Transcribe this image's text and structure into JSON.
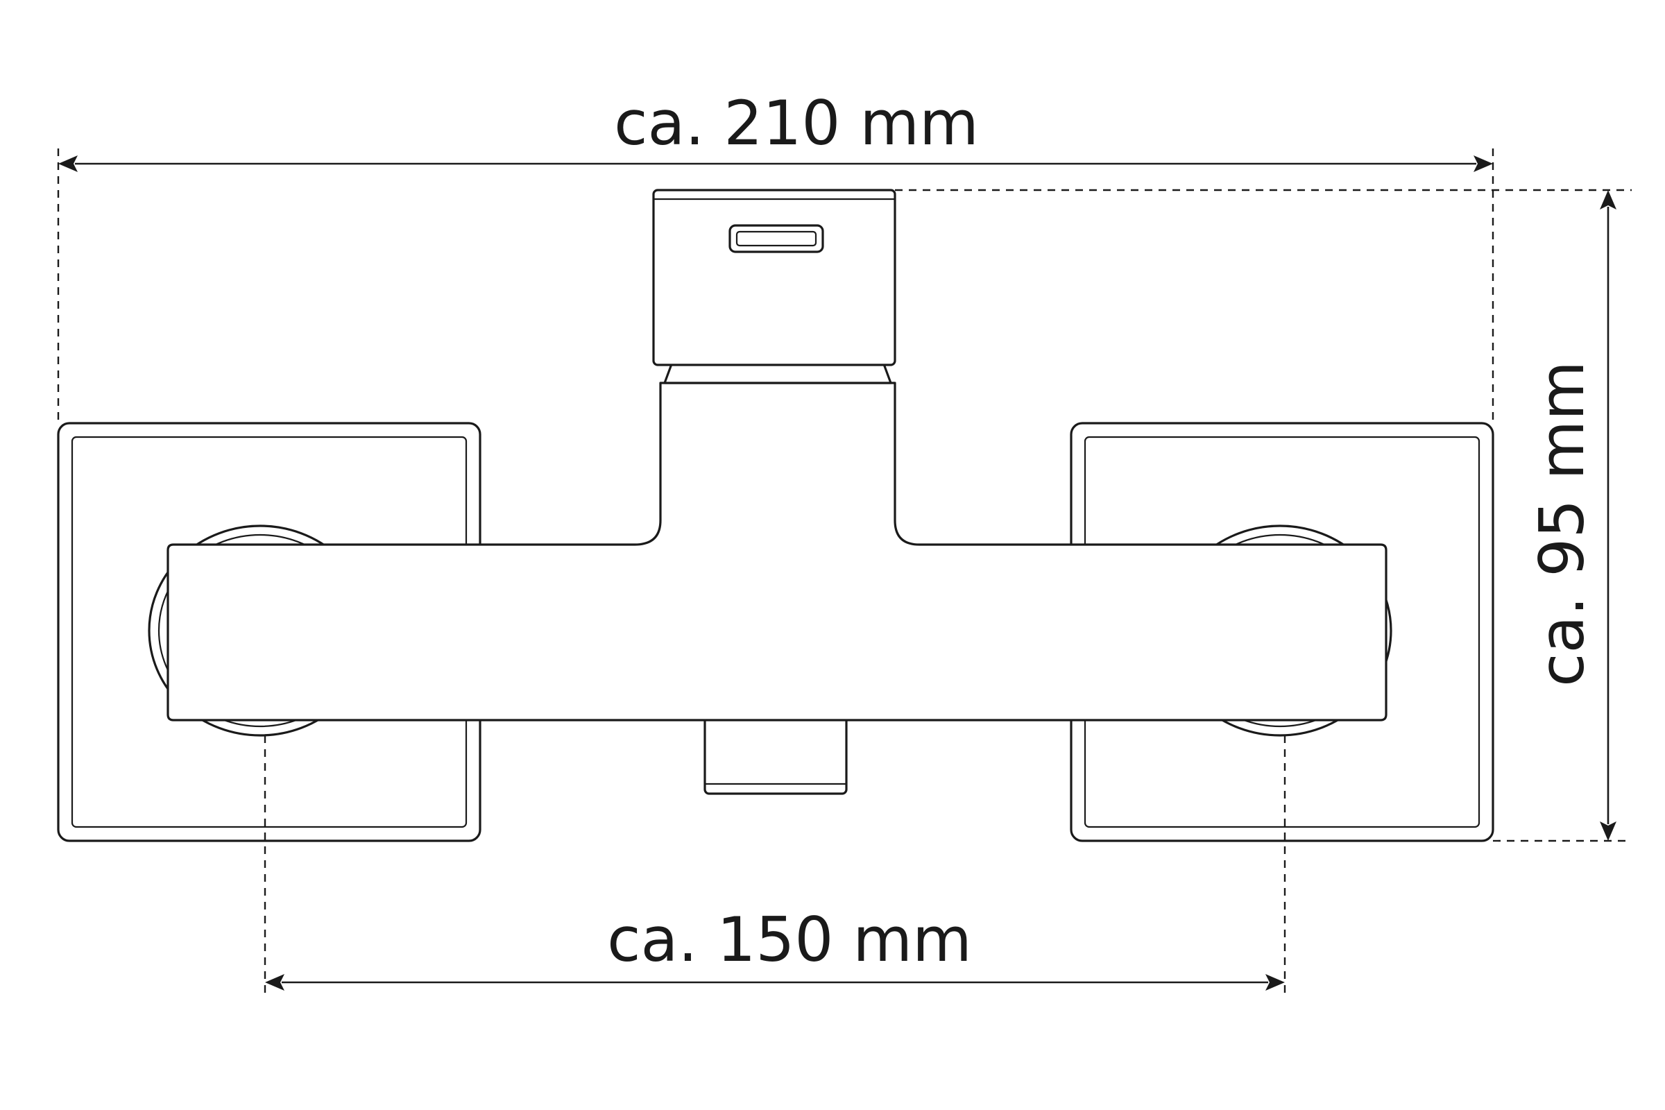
{
  "dimensions": {
    "total_width": "ca. 210 mm",
    "total_height": "ca. 95 mm",
    "mount_distance": "ca. 150 mm"
  },
  "colors": {
    "stroke": "#1a1a1a",
    "background": "#ffffff"
  }
}
